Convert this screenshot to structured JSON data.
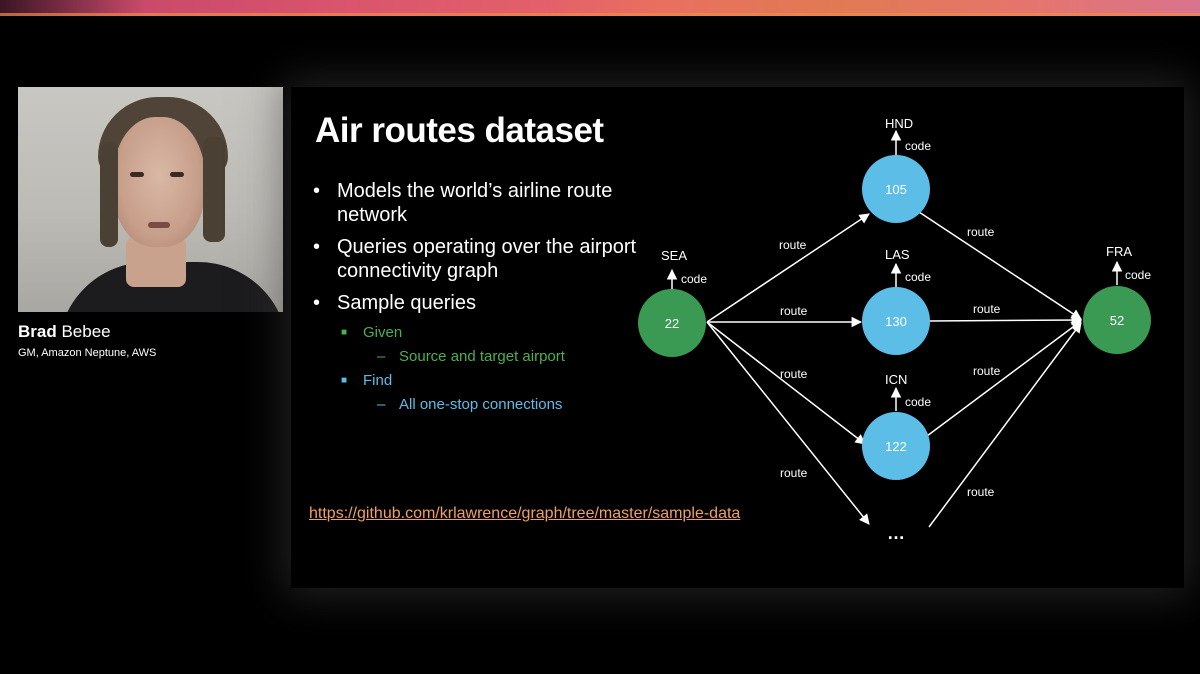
{
  "speaker": {
    "first_name": "Brad",
    "last_name": "Bebee",
    "title": "GM, Amazon Neptune, AWS"
  },
  "slide": {
    "title": "Air routes dataset",
    "bullets": {
      "b1": "Models the world’s airline route network",
      "b2": "Queries operating over the airport connectivity graph",
      "b3": "Sample queries",
      "given": "Given",
      "given_detail": "Source and target airport",
      "find": "Find",
      "find_detail": "All one-stop connections"
    },
    "link": "https://github.com/krlawrence/graph/tree/master/sample-data"
  },
  "graph": {
    "nodes": {
      "sea": {
        "id": "22",
        "label": "SEA",
        "prop": "code"
      },
      "hnd": {
        "id": "105",
        "label": "HND",
        "prop": "code"
      },
      "las": {
        "id": "130",
        "label": "LAS",
        "prop": "code"
      },
      "icn": {
        "id": "122",
        "label": "ICN",
        "prop": "code"
      },
      "fra": {
        "id": "52",
        "label": "FRA",
        "prop": "code"
      },
      "more": "…"
    },
    "edge_label": "route",
    "colors": {
      "green": "#3a9a53",
      "blue": "#5cbde6",
      "edge": "#ffffff"
    }
  }
}
